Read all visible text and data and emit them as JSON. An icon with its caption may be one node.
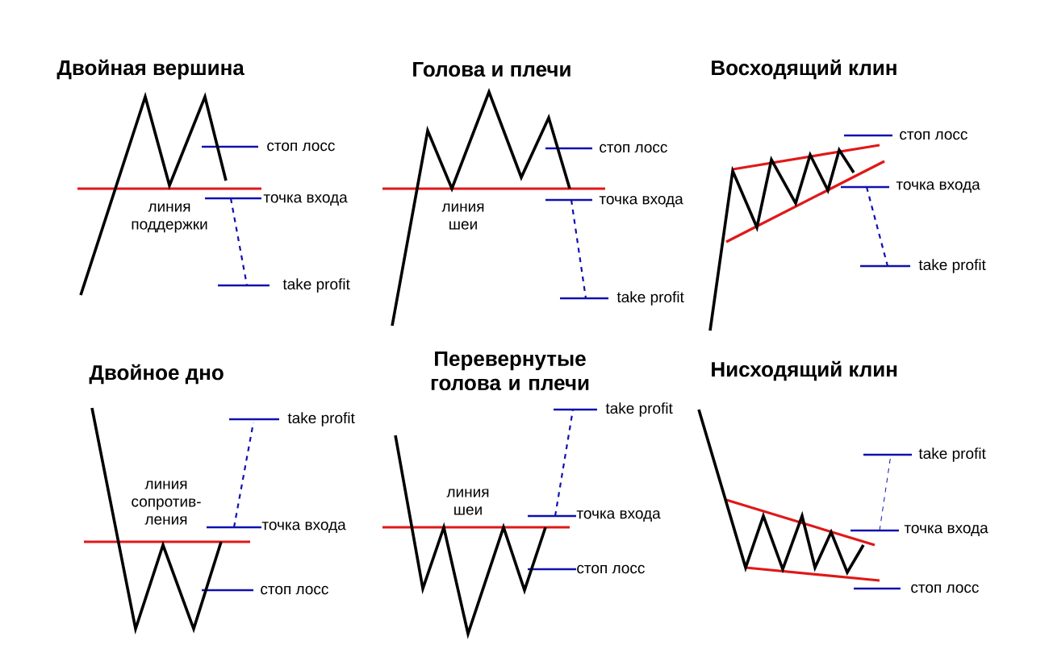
{
  "diagram": {
    "labels": [
      "Двойная вершина",
      "стоп лосс",
      "линия поддержки",
      "точка входа",
      "take profit",
      "Голова и плечи",
      "стоп лосс",
      "линия шеи",
      "точка входа",
      "take profit",
      "Восходящий клин",
      "стоп лосс",
      "точка входа",
      "take profit",
      "Двойное дно",
      "take profit",
      "линия сопротив-ления",
      "точка входа",
      "стоп лосс",
      "Перевернутые голова и плечи",
      "take profit",
      "линия шеи",
      "точка входа",
      "стоп лосс",
      "Нисходящий клин",
      "take profit",
      "точка входа",
      "стоп лосс"
    ]
  }
}
